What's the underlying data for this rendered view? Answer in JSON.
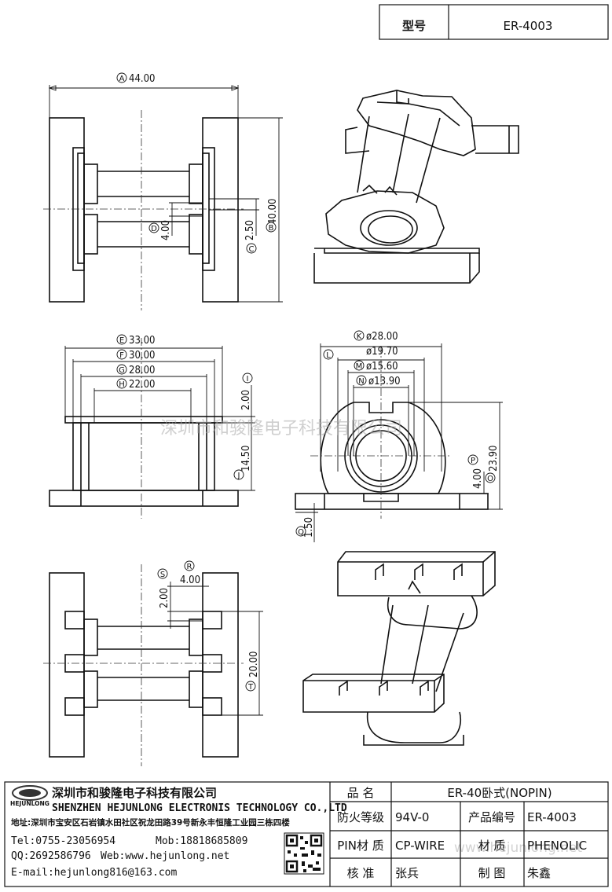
{
  "title_block_top": {
    "label": "型号",
    "value": "ER-4003"
  },
  "dimensions": {
    "A": "44.00",
    "B": "40.00",
    "C": "2.50",
    "D": "4.00",
    "E": "33.00",
    "F": "30.00",
    "G": "28.00",
    "H": "22.00",
    "I": "2.00",
    "J": "14.50",
    "K": "ø28.00",
    "L": "ø19.70",
    "M": "ø15.60",
    "N": "ø13.90",
    "O": "23.90",
    "P": "4.00",
    "Q": "1.50",
    "R": "4.00",
    "S": "2.00",
    "T": "20.00"
  },
  "markers": {
    "A": "A",
    "B": "B",
    "C": "C",
    "D": "D",
    "E": "E",
    "F": "F",
    "G": "G",
    "H": "H",
    "I": "I",
    "J": "J",
    "K": "K",
    "L": "L",
    "M": "M",
    "N": "N",
    "O": "O",
    "P": "P",
    "Q": "Q",
    "R": "R",
    "S": "S",
    "T": "T"
  },
  "watermark": {
    "company": "深圳市和骏隆电子科技有限公司",
    "url": "www.hejunlong.net"
  },
  "company": {
    "logo_text": "HEJUNLONG",
    "name_cn": "深圳市和骏隆电子科技有限公司",
    "name_en": "SHENZHEN HEJUNLONG ELECTRONIS TECHNOLOGY CO.,LTD",
    "address": "地址:深圳市宝安区石岩镇水田社区祝龙田路39号新永丰恒隆工业园三栋四楼",
    "tel": "Tel:0755-23056954",
    "mob": "Mob:18818685809",
    "qq": "QQ:2692586796",
    "web": "Web:www.hejunlong.net",
    "email": "E-mail:hejunlong816@163.com"
  },
  "spec": {
    "name_label": "品 名",
    "name_value": "ER-40卧式(NOPIN)",
    "fire_label": "防火等级",
    "fire_value": "94V-0",
    "code_label": "产品编号",
    "code_value": "ER-4003",
    "pin_label": "PIN材 质",
    "pin_value": "CP-WIRE",
    "material_label": "材 质",
    "material_value": "PHENOLIC",
    "check_label": "核 准",
    "check_value": "张兵",
    "draw_label": "制 图",
    "draw_value": "朱鑫"
  }
}
